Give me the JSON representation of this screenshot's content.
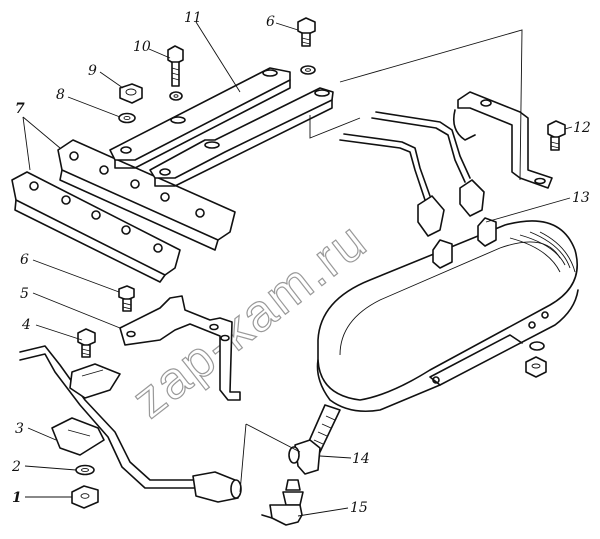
{
  "watermark": "zap-kam.ru",
  "callouts": {
    "c1": "1",
    "c2": "2",
    "c3": "3",
    "c4": "4",
    "c5": "5",
    "c6a": "6",
    "c6b": "6",
    "c7": "7",
    "c8": "8",
    "c9": "9",
    "c10": "10",
    "c11": "11",
    "c12": "12",
    "c13": "13",
    "c14": "14",
    "c15": "15"
  }
}
